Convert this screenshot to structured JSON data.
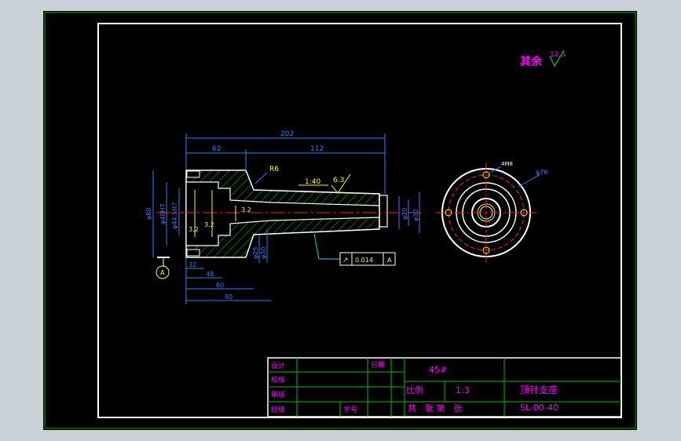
{
  "colors": {
    "background": "#cbd1d8",
    "sheet": "#000000",
    "border_green": "#00c000",
    "frame_white": "#ffffff",
    "dim_cyan": "#2f7fff",
    "hatch_green": "#00e000",
    "label_magenta": "#ff00ff",
    "annot_yellow": "#ffff00",
    "center_red": "#ff2020",
    "text_white": "#ffffff"
  },
  "drawing": {
    "roughness_rest_label": "其余",
    "roughness_rest_value": "12.5",
    "dimensions": {
      "overall_length": "202",
      "flange_length": "62",
      "shaft_length": "112",
      "d48": "48",
      "d32": "32",
      "d60": "60",
      "d80": "80",
      "dia_left": "φ80",
      "dia_left2": "φ40H7",
      "dia_left3": "φ44.5H7",
      "dia_mid": "φ25",
      "dia_mid2": "φ30",
      "dia_right": "φ30",
      "dia_right2": "φ20",
      "fillet": "R6",
      "taper": "1:40",
      "rough_taper": "6.3",
      "rough_bore": "3.2",
      "rough_bore2": "3.2",
      "rough_inner": "3.2",
      "bolt_circle": "φ76",
      "holes": "4M8"
    },
    "datum": "A",
    "tolerance": {
      "symbol": "↗",
      "value": "0.014",
      "datum": "A"
    }
  },
  "title_block": {
    "design": "设计",
    "check": "校核",
    "review": "审核",
    "class": "班级",
    "date": "日期",
    "student_no": "学号",
    "material": "45#",
    "scale_label": "比例",
    "scale_value": "1:3",
    "sheets": "共　张 第　张",
    "part_name": "顶针支座",
    "drawing_no": "SL-00-40"
  }
}
